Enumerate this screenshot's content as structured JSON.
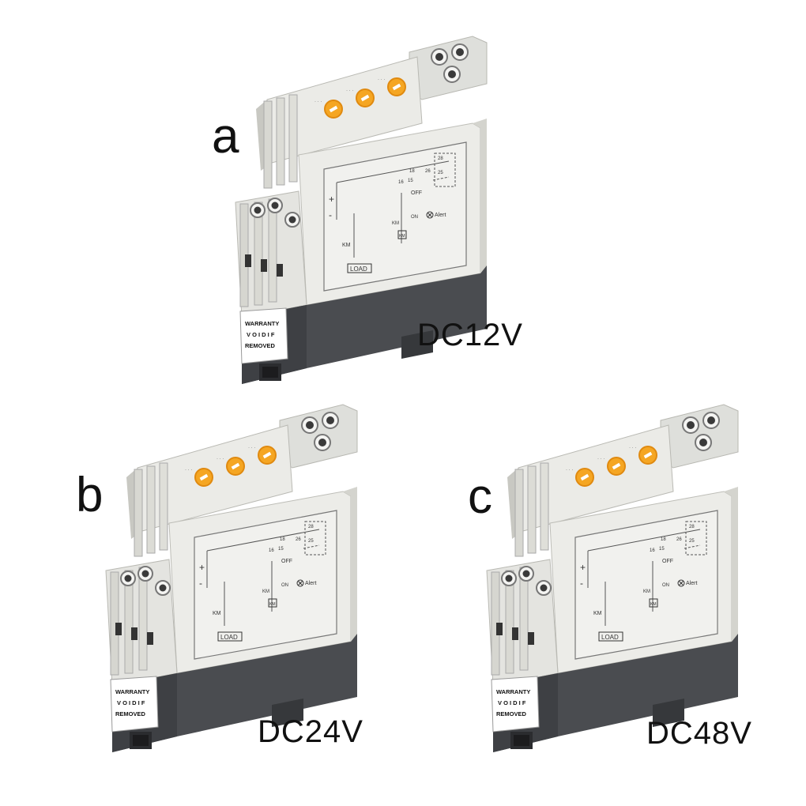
{
  "products": [
    {
      "letter": "a",
      "voltage": "DC12V",
      "panel": {
        "plus": "+",
        "minus": "-",
        "km": "KM",
        "load": "LOAD",
        "t18": "18",
        "t16": "16",
        "t15": "15",
        "t28": "28",
        "t26": "26",
        "t25": "25",
        "off": "OFF",
        "on": "ON",
        "alert": "Alert",
        "km_box": "KM"
      },
      "sticker": [
        "WARRANTY",
        "V O I D I F",
        "REMOVED"
      ]
    },
    {
      "letter": "b",
      "voltage": "DC24V",
      "panel": {
        "plus": "+",
        "minus": "-",
        "km": "KM",
        "load": "LOAD",
        "t18": "18",
        "t16": "16",
        "t15": "15",
        "t28": "28",
        "t26": "26",
        "t25": "25",
        "off": "OFF",
        "on": "ON",
        "alert": "Alert",
        "km_box": "KM"
      },
      "sticker": [
        "WARRANTY",
        "V O I D I F",
        "REMOVED"
      ]
    },
    {
      "letter": "c",
      "voltage": "DC48V",
      "panel": {
        "plus": "+",
        "minus": "-",
        "km": "KM",
        "load": "LOAD",
        "t18": "18",
        "t16": "16",
        "t15": "15",
        "t28": "28",
        "t26": "26",
        "t25": "25",
        "off": "OFF",
        "on": "ON",
        "alert": "Alert",
        "km_box": "KM"
      },
      "sticker": [
        "WARRANTY",
        "V O I D I F",
        "REMOVED"
      ]
    }
  ],
  "colors": {
    "housing": "#e8e8e4",
    "housing_shade": "#d2d2cc",
    "base": "#4a4c50",
    "base_dark": "#36383b",
    "knob": "#f5a623",
    "knob_edge": "#e08a10",
    "screw": "#9a9a96"
  }
}
